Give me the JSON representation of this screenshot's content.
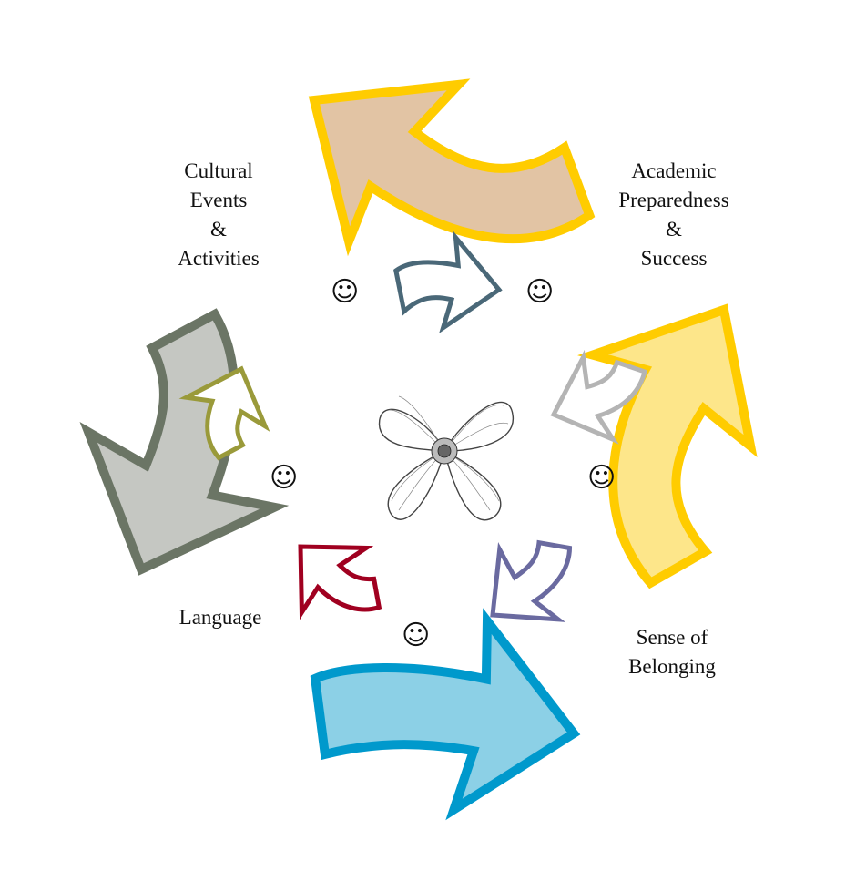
{
  "labels": {
    "cultural": [
      "Cultural",
      "Events",
      "&",
      "Activities"
    ],
    "academic": [
      "Academic",
      "Preparedness",
      "&",
      "Success"
    ],
    "belonging": [
      "Sense of",
      "Belonging"
    ],
    "language": [
      "Language"
    ]
  },
  "smiley_glyph": "☺",
  "colors": {
    "big_top_fill": "#e2c4a4",
    "big_top_stroke": "#ffcc00",
    "big_right_fill": "#fde68a",
    "big_right_stroke": "#ffcc00",
    "big_bottom_fill": "#8cd0e6",
    "big_bottom_stroke": "#0099cc",
    "big_left_fill": "#c5c7c2",
    "big_left_stroke": "#6b7565",
    "small_top_stroke": "#4a6878",
    "small_right_stroke": "#b4b4b4",
    "small_bottom_stroke": "#6a6aa0",
    "small_left_stroke": "#a00020",
    "small_upleft_stroke": "#9a9a3a"
  },
  "icons": {
    "center": "dogwood-flower-icon",
    "smiley": "smiley-face-icon"
  }
}
